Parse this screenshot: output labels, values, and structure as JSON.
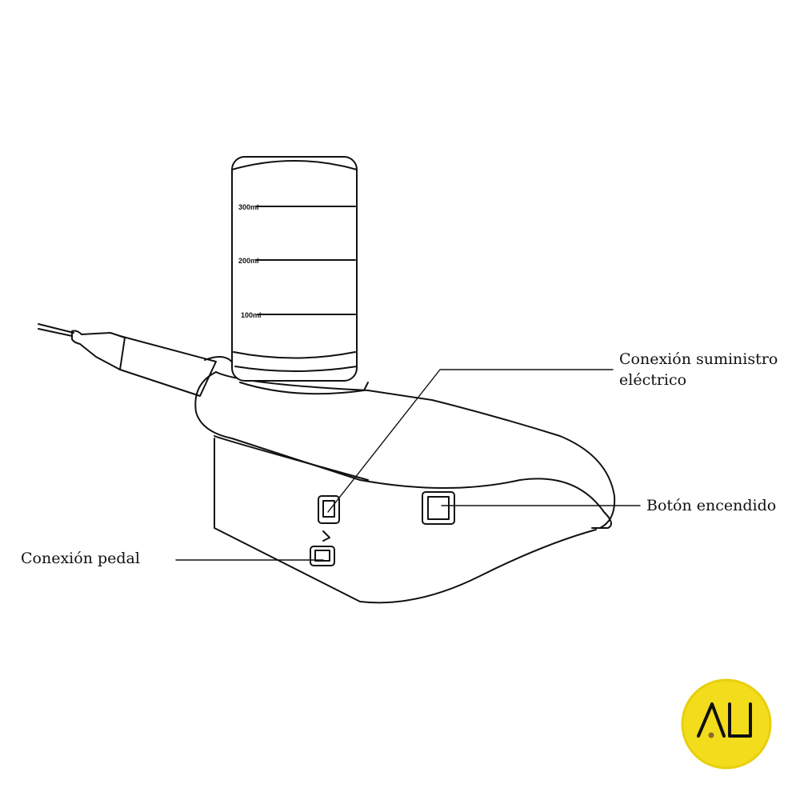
{
  "labels": {
    "power_connection_line1": "Conexión suministro",
    "power_connection_line2": "eléctrico",
    "power_button": "Botón encendido",
    "pedal_connection": "Conexión pedal"
  },
  "bottle_marks": [
    "300ml",
    "200ml",
    "100ml"
  ],
  "logo": {
    "text": "AU",
    "color": "#f2dc1c"
  }
}
